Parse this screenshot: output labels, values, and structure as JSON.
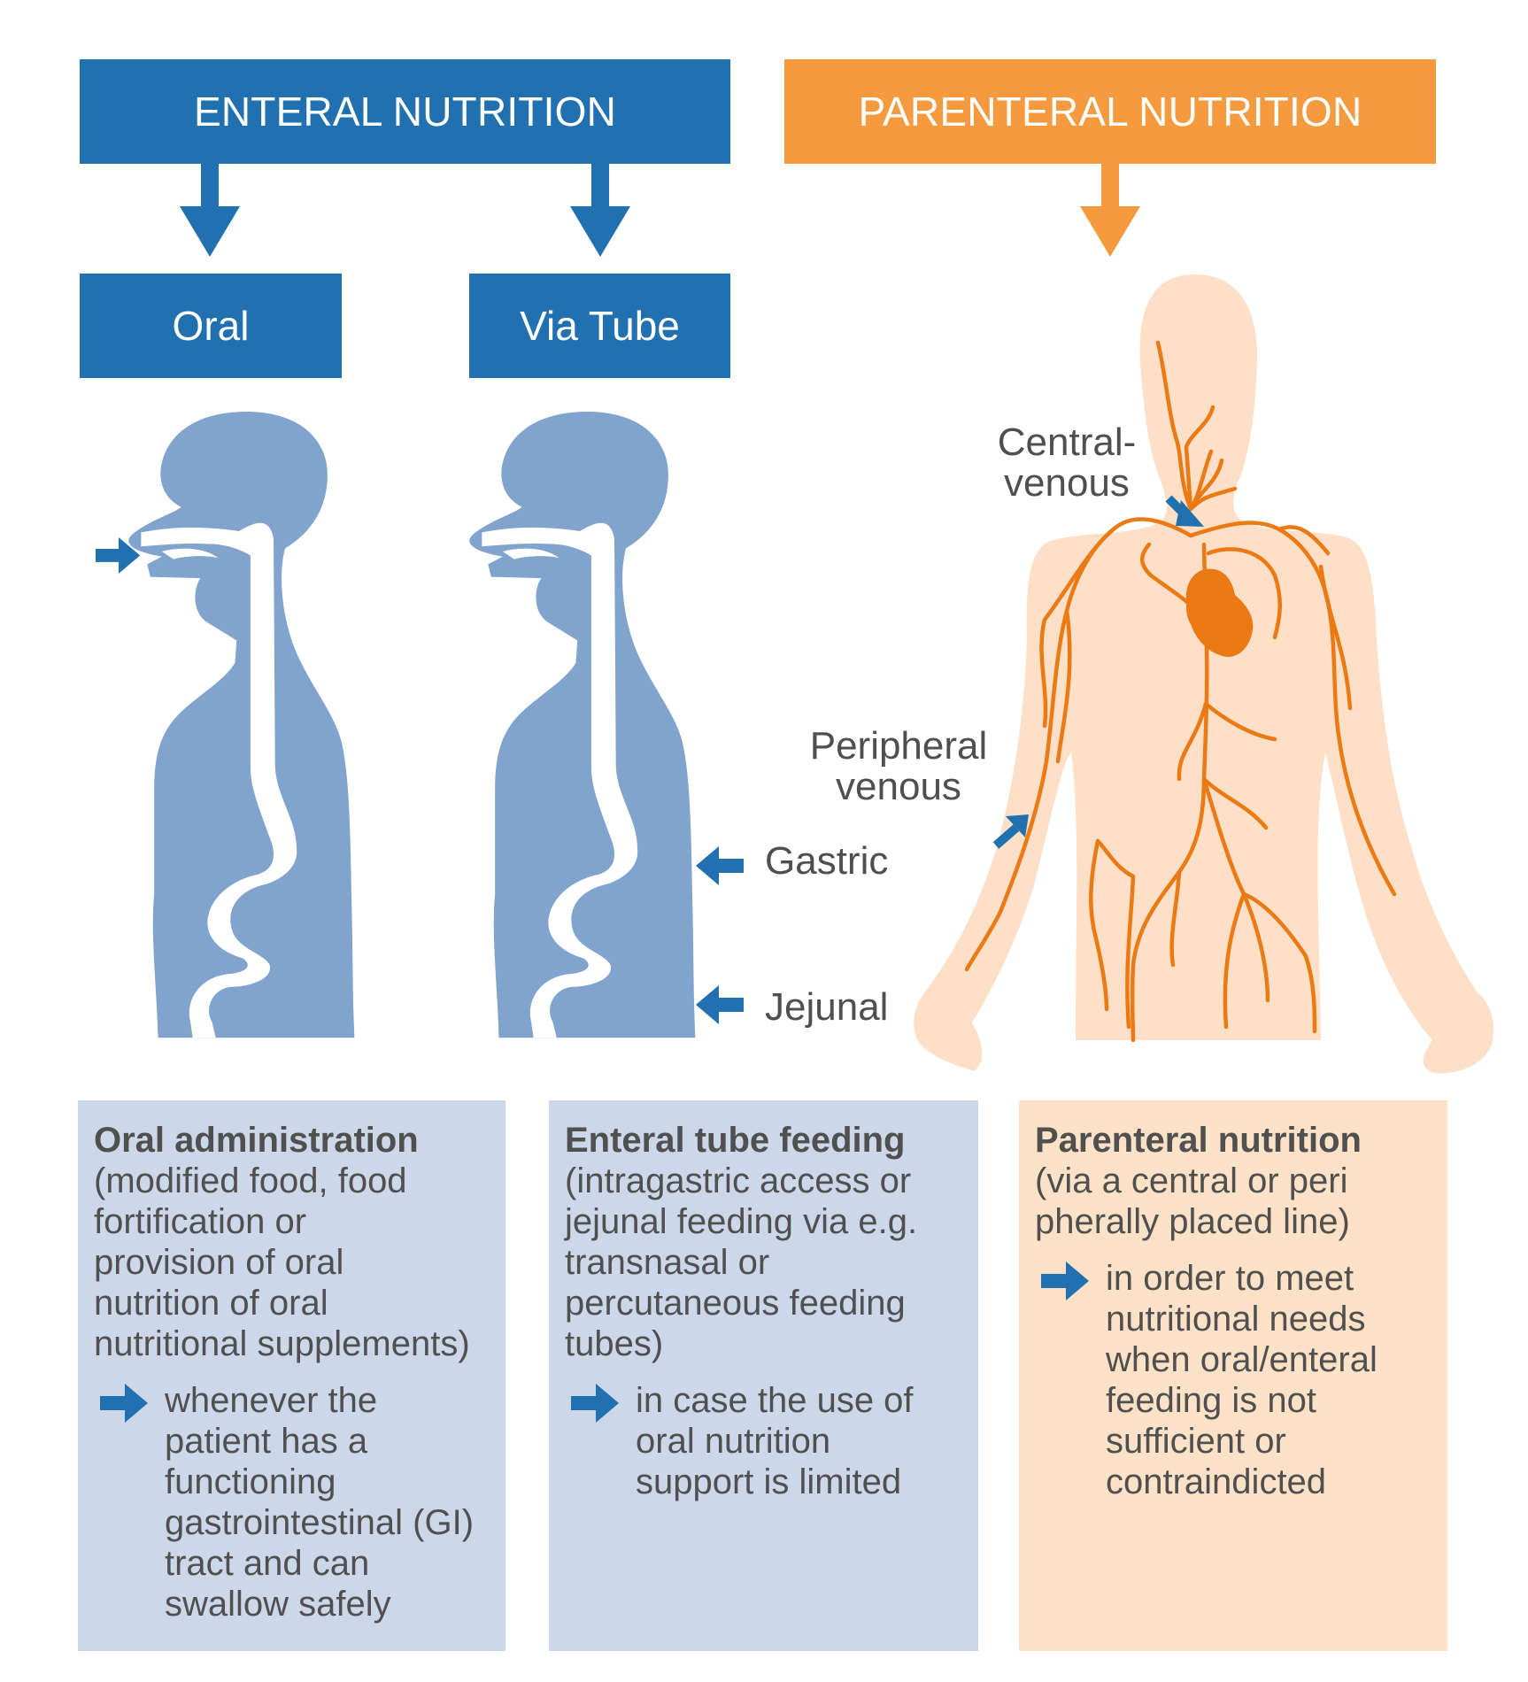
{
  "headers": {
    "enteral": "ENTERAL NUTRITION",
    "parenteral": "PARENTERAL NUTRITION"
  },
  "routes": {
    "oral": "Oral",
    "tube": "Via Tube"
  },
  "labels": {
    "central_1": "Central-",
    "central_2": "venous",
    "peripheral_1": "Peripheral",
    "peripheral_2": "venous",
    "gastric": "Gastric",
    "jejunal": "Jejunal"
  },
  "panels": {
    "oral": {
      "title": "Oral administration",
      "desc_lines": [
        "(modified food, food",
        "fortification or",
        "provision of oral",
        "nutrition of oral",
        "nutritional supplements)"
      ],
      "bullet_lines": [
        "whenever the",
        "patient has a",
        "functioning",
        "gastrointestinal (GI)",
        "tract and can",
        "swallow safely"
      ]
    },
    "tube": {
      "title": "Enteral tube feeding",
      "desc_lines": [
        "(intragastric access or",
        "jejunal feeding via e.g.",
        "transnasal or",
        "percutaneous feeding",
        "tubes)"
      ],
      "bullet_lines": [
        "in case the use of",
        "oral nutrition",
        "support is limited"
      ]
    },
    "parenteral": {
      "title": "Parenteral nutrition",
      "desc_lines": [
        "(via a central or peri",
        "pherally placed line)"
      ],
      "bullet_lines": [
        "in order to meet",
        "nutritional needs",
        "when oral/enteral",
        "feeding is not",
        "sufficient or",
        "contraindicted"
      ]
    }
  },
  "colors": {
    "enteral_blue": "#2171b0",
    "body_blue": "#81a4ce",
    "parenteral_orange": "#f59a3e",
    "vein_orange": "#ec7a14",
    "skin": "#fde0c7",
    "panel_blue": "#ccd8e9",
    "panel_orange": "#fde2c7"
  }
}
